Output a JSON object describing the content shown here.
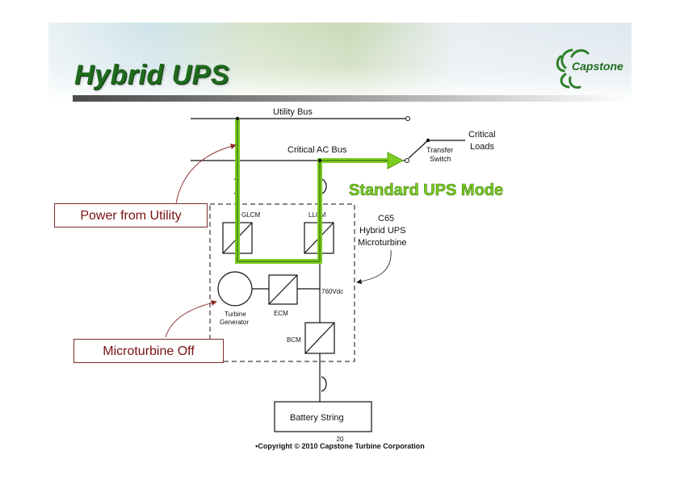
{
  "slide": {
    "title": "Hybrid UPS",
    "logo_text": "Capstone",
    "page_number": "20",
    "footer": "•Copyright © 2010 Capstone Turbine Corporation"
  },
  "diagram": {
    "utility_bus": "Utility Bus",
    "critical_ac_bus": "Critical AC Bus",
    "critical_loads": [
      "Critical",
      "Loads"
    ],
    "transfer_switch": [
      "Transfer",
      "Switch"
    ],
    "mode_label": "Standard UPS Mode",
    "glcm": "GLCM",
    "llcm": "LLCM",
    "microturbine_label": [
      "C65",
      "Hybrid UPS",
      "Microturbine"
    ],
    "dc_voltage": "760Vdc",
    "turbine_generator": [
      "Turbine",
      "Generator"
    ],
    "ecm": "ECM",
    "bcm": "BCM",
    "battery": "Battery String",
    "callout_power": "Power from Utility",
    "callout_microturbine": "Microturbine Off"
  },
  "colors": {
    "highlight_green": "#7ccd1f",
    "title_green": "#1f6a1d",
    "callout_text": "#7a1010",
    "arrow_red": "#8b2b2b"
  }
}
